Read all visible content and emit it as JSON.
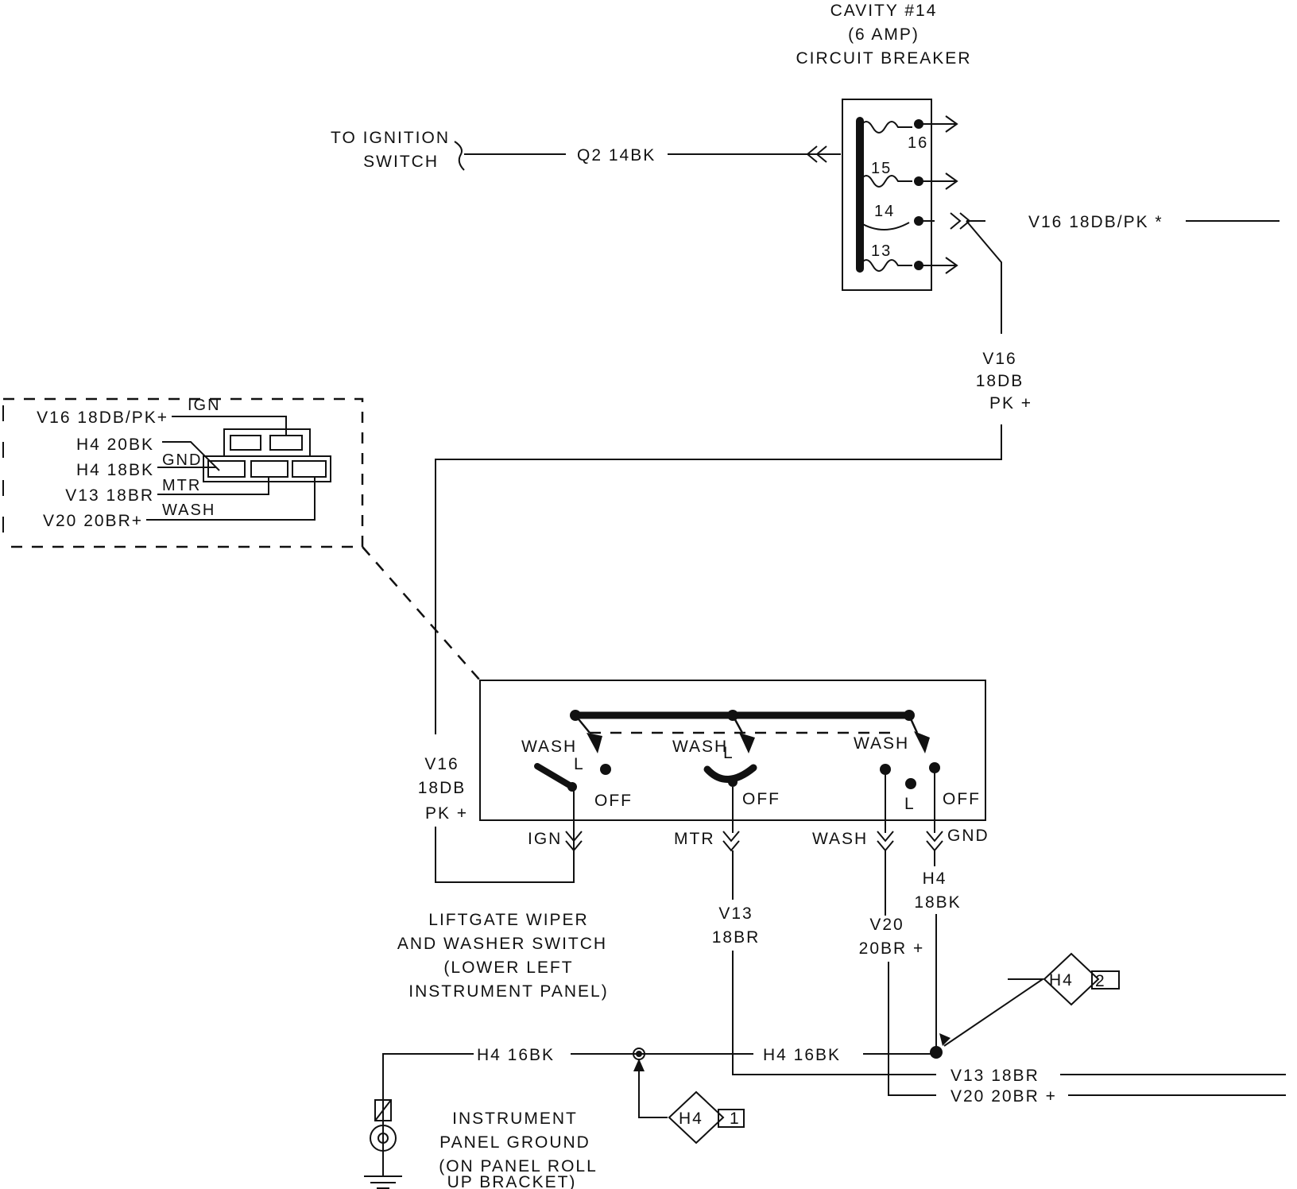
{
  "breaker": {
    "title_line1": "CAVITY #14",
    "title_line2": "(6 AMP)",
    "title_line3": "CIRCUIT BREAKER",
    "pins": [
      "16",
      "15",
      "14",
      "13"
    ]
  },
  "ignition": {
    "line1": "TO IGNITION",
    "line2": "SWITCH",
    "wire": "Q2 14BK"
  },
  "v16_out": {
    "label": "V16 18DB/PK *"
  },
  "v16_vertical": {
    "line1": "V16",
    "line2": "18DB",
    "line3": "PK +"
  },
  "connector_inset": {
    "wires": [
      "V16 18DB/PK+",
      "H4 20BK",
      "H4 18BK",
      "V13 18BR",
      "V20 20BR+"
    ],
    "functions": [
      "IGN",
      "GND",
      "MTR",
      "WASH"
    ]
  },
  "switch": {
    "wash_labels": [
      "WASH",
      "WASH",
      "WASH"
    ],
    "l_labels": [
      "L",
      "L",
      "L"
    ],
    "off_labels": [
      "OFF",
      "OFF",
      "OFF"
    ],
    "left_wire": {
      "line1": "V16",
      "line2": "18DB",
      "line3": "PK +"
    },
    "terminals": [
      "IGN",
      "MTR",
      "WASH",
      "GND"
    ],
    "caption": [
      "LIFTGATE WIPER",
      "AND WASHER SWITCH",
      "(LOWER LEFT",
      "INSTRUMENT PANEL)"
    ]
  },
  "outputs": {
    "v13": {
      "line1": "V13",
      "line2": "18BR"
    },
    "v20": {
      "line1": "V20",
      "line2": "20BR +"
    },
    "h4": {
      "line1": "H4",
      "line2": "18BK"
    }
  },
  "bus": {
    "h4_left": "H4 16BK",
    "h4_right": "H4 16BK",
    "v13_out": "V13 18BR",
    "v20_out": "V20 20BR +"
  },
  "splices": {
    "right_tag": "H4",
    "right_num": "2",
    "left_tag": "H4",
    "left_num": "1"
  },
  "ground": {
    "caption": [
      "INSTRUMENT",
      "PANEL GROUND",
      "(ON PANEL ROLL",
      "UP BRACKET)"
    ]
  }
}
